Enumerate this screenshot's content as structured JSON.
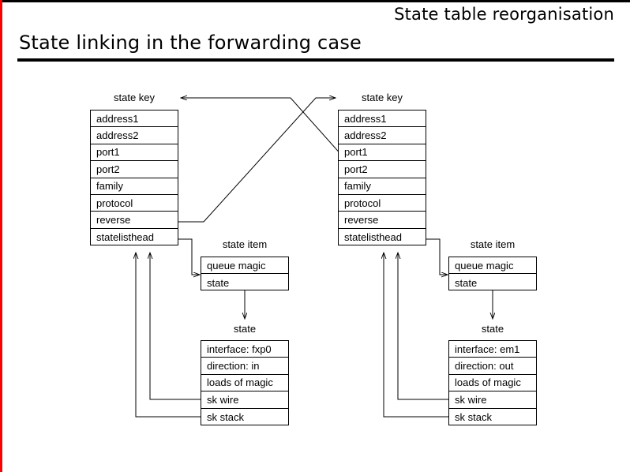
{
  "slide": {
    "kicker": "State table reorganisation",
    "title": "State linking in the forwarding case",
    "accent_color": "#ff0000",
    "rule_color": "#000000",
    "background": "#ffffff"
  },
  "diagram": {
    "type": "structure-linking-diagram",
    "left": {
      "state_key": {
        "label": "state key",
        "fields": [
          "address1",
          "address2",
          "port1",
          "port2",
          "family",
          "protocol",
          "reverse",
          "statelisthead"
        ]
      },
      "state_item": {
        "label": "state item",
        "fields": [
          "queue magic",
          "state"
        ]
      },
      "state": {
        "label": "state",
        "fields": [
          "interface: fxp0",
          "direction: in",
          "loads of magic",
          "sk wire",
          "sk stack"
        ]
      }
    },
    "right": {
      "state_key": {
        "label": "state key",
        "fields": [
          "address1",
          "address2",
          "port1",
          "port2",
          "family",
          "protocol",
          "reverse",
          "statelisthead"
        ]
      },
      "state_item": {
        "label": "state item",
        "fields": [
          "queue magic",
          "state"
        ]
      },
      "state": {
        "label": "state",
        "fields": [
          "interface: em1",
          "direction: out",
          "loads of magic",
          "sk wire",
          "sk stack"
        ]
      }
    },
    "connections": [
      {
        "name": "left-reverse-to-right-state-key",
        "from": "left.state_key.reverse",
        "to": "right.state_key",
        "arrow": true
      },
      {
        "name": "right-reverse-to-left-state-key",
        "from": "right.state_key.reverse",
        "to": "left.state_key",
        "arrow": true
      },
      {
        "name": "left-statelisthead-to-state-item",
        "from": "left.state_key.statelisthead",
        "to": "left.state_item",
        "arrow": true
      },
      {
        "name": "right-statelisthead-to-state-item",
        "from": "right.state_key.statelisthead",
        "to": "right.state_item",
        "arrow": true
      },
      {
        "name": "left-state-item-to-state",
        "from": "left.state_item.state",
        "to": "left.state",
        "arrow": true
      },
      {
        "name": "right-state-item-to-state",
        "from": "right.state_item.state",
        "to": "right.state",
        "arrow": true
      },
      {
        "name": "left-sk-wire-back-to-statelisthead",
        "from": "left.state.sk wire",
        "to": "left.state_key.statelisthead",
        "arrow": true
      },
      {
        "name": "left-sk-stack-back-to-statelisthead",
        "from": "left.state.sk stack",
        "to": "left.state_key.statelisthead",
        "arrow": true
      },
      {
        "name": "right-sk-wire-back-to-statelisthead",
        "from": "right.state.sk wire",
        "to": "right.state_key.statelisthead",
        "arrow": true
      },
      {
        "name": "right-sk-stack-back-to-statelisthead",
        "from": "right.state.sk stack",
        "to": "right.state_key.statelisthead",
        "arrow": true
      }
    ]
  }
}
